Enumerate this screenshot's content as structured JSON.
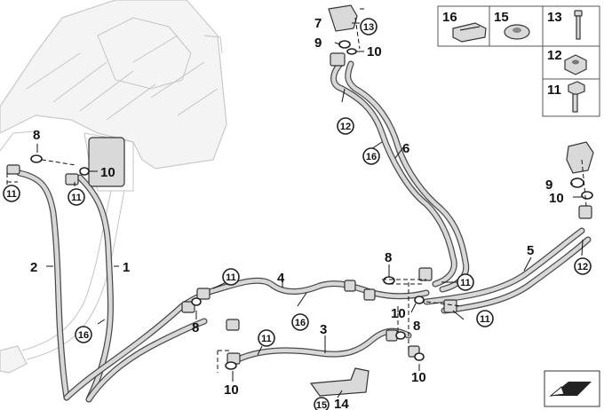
{
  "diagram": {
    "callouts": {
      "c1": "1",
      "c2": "2",
      "c3": "3",
      "c4": "4",
      "c5": "5",
      "c6": "6",
      "c7": "7",
      "c8a": "8",
      "c8b": "8",
      "c8c": "8",
      "c8d": "8",
      "c9a": "9",
      "c9b": "9",
      "c10a": "10",
      "c10b": "10",
      "c10c": "10",
      "c10d": "10",
      "c10e": "10",
      "c10f": "10",
      "c11a": "11",
      "c11b": "11",
      "c11c": "11",
      "c11d": "11",
      "c11e": "11",
      "c12a": "12",
      "c12b": "12",
      "c13": "13",
      "c14": "14",
      "c15": "15",
      "c16a": "16",
      "c16b": "16",
      "c16c": "16"
    },
    "legend": {
      "p16": "16",
      "p15": "15",
      "p13": "13",
      "p12": "12",
      "p11": "11"
    }
  }
}
